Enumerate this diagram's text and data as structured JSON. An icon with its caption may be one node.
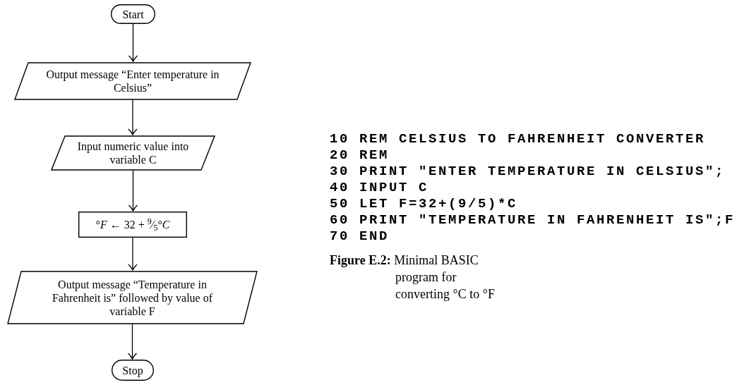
{
  "diagram": {
    "caption": "**Figure E.2:** Minimal BASIC program for converting °C to °F",
    "nodes": [
      {
        "text": [
          "Start"
        ]
      },
      {
        "text": [
          "Output message “Enter temperature in Celsius”"
        ]
      },
      {
        "text": [
          "Input numeric value into variable C"
        ]
      },
      {
        "text": [
          "°*F* ← 32 + $^{9}$⁄$_{5}$°*C*"
        ]
      },
      {
        "text": [
          "Output message “Temperature in Fahrenheit is” followed by value of variable F"
        ]
      },
      {
        "text": [
          "Stop"
        ]
      }
    ],
    "edges": [
      {
        "from": 0,
        "to": 1,
        "arrow": "to"
      },
      {
        "from": 1,
        "to": 2,
        "arrow": "to"
      },
      {
        "from": 2,
        "to": 3,
        "arrow": "to"
      },
      {
        "from": 3,
        "to": 4,
        "arrow": "to"
      },
      {
        "from": 4,
        "to": 5,
        "arrow": "to"
      }
    ],
    "labels": [
      "10 REM CELSIUS TO FAHRENHEIT CONVERTER",
      "20 REM",
      "30 PRINT \"ENTER TEMPERATURE IN CELSIUS\";",
      "40 INPUT C",
      "50 LET F=32+(9/5)*C",
      "60 PRINT \"TEMPERATURE IN FAHRENHEIT IS\";F",
      "70 END"
    ]
  }
}
